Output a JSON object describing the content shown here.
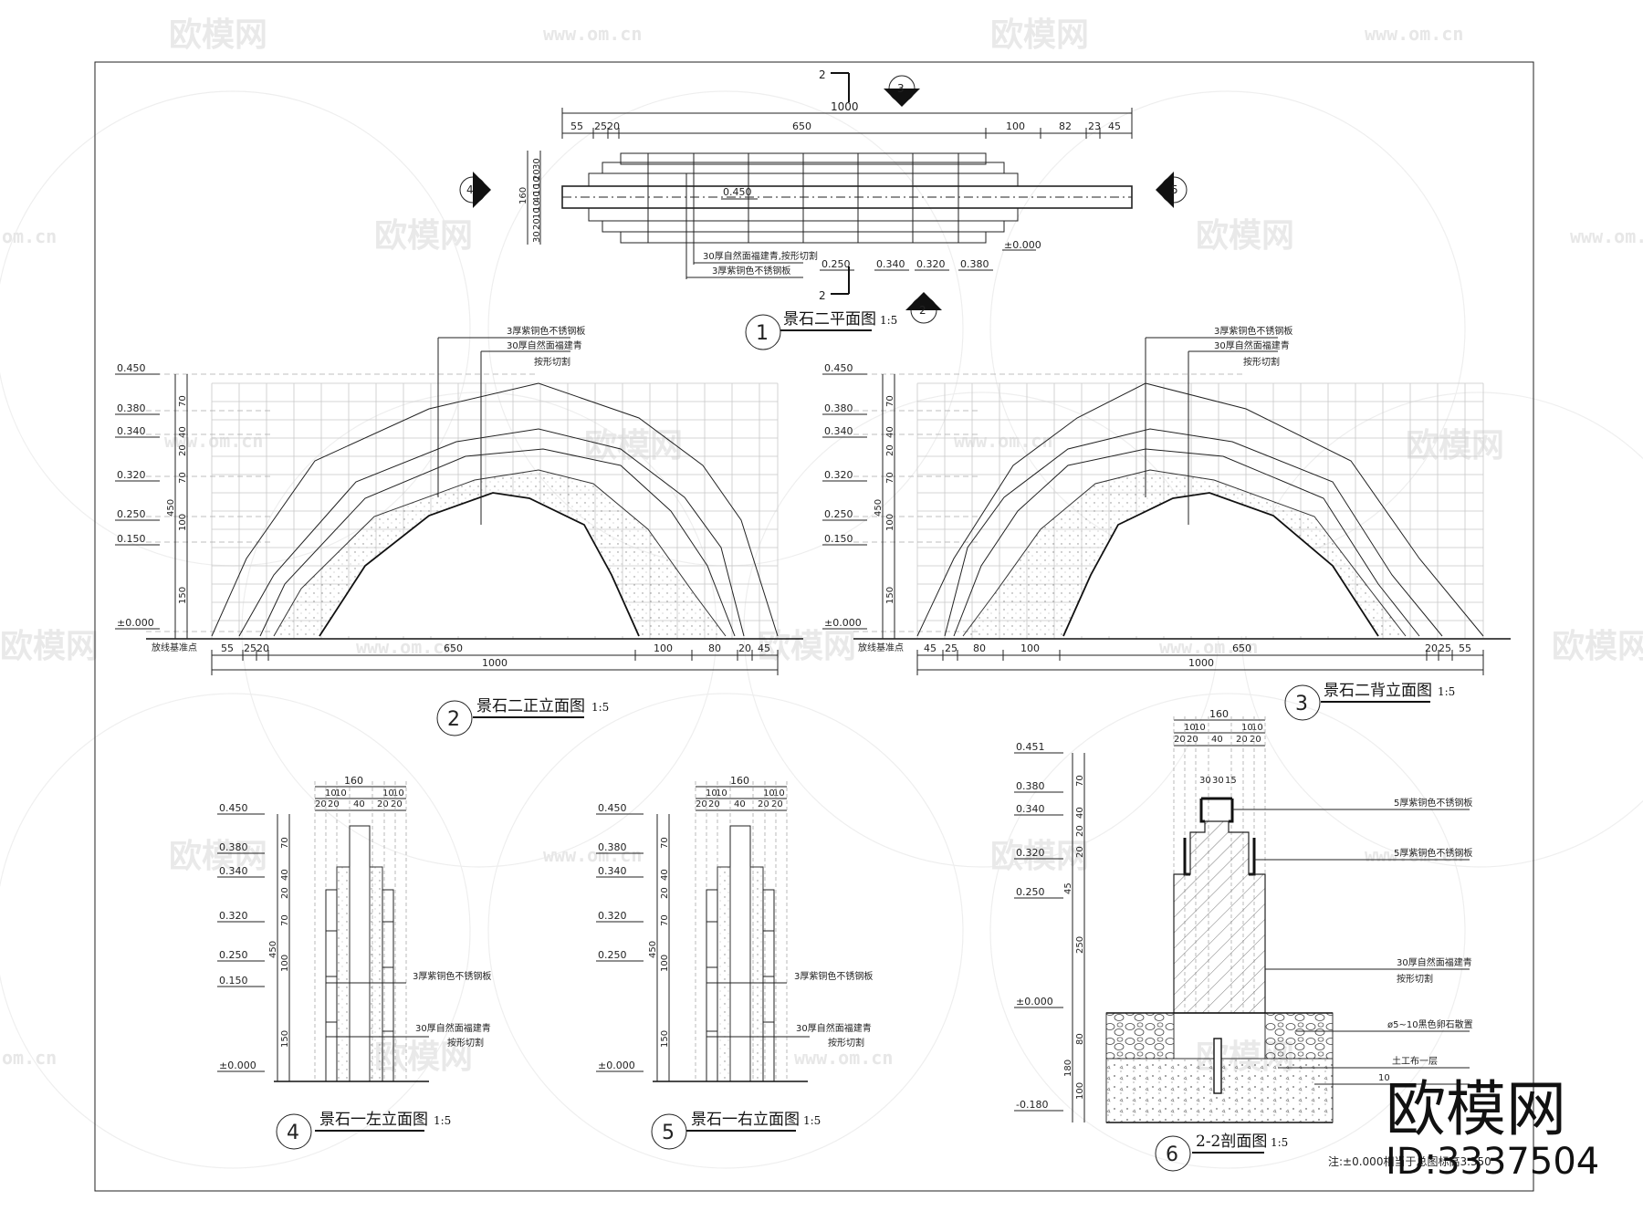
{
  "watermark": {
    "logo": "欧模网",
    "url": "www.om.cn",
    "url_short": "om.cn"
  },
  "brand": {
    "name": "欧模网",
    "id": "ID:3337504"
  },
  "note": "注:±0.000相当于总图标高3.350",
  "plan": {
    "number": "1",
    "title": "景石二平面图",
    "scale": "1:5",
    "section_mark": "2",
    "total": "1000",
    "top_dims": [
      "55",
      "25",
      "20",
      "650",
      "100",
      "82",
      "23",
      "45"
    ],
    "left_dims": [
      "30",
      "20",
      "10",
      "10",
      "40",
      "160",
      "10",
      "10",
      "20",
      "30"
    ],
    "level_mid": "0.450",
    "level_base": "±0.000",
    "levels_bottom": [
      "0.250",
      "0.340",
      "0.320",
      "0.380"
    ],
    "notes": [
      "30厚自然面福建青,按形切割",
      "3厚紫铜色不锈钢板"
    ],
    "view_marks": [
      "3",
      "4",
      "5",
      "2"
    ]
  },
  "front_elev": {
    "number": "2",
    "title": "景石二正立面图",
    "scale": "1:5",
    "levels": [
      "0.450",
      "0.380",
      "0.340",
      "0.320",
      "0.250",
      "0.150",
      "±0.000"
    ],
    "vdims": [
      "70",
      "40",
      "20",
      "70",
      "100",
      "450",
      "150"
    ],
    "hdims": [
      "55",
      "25",
      "20",
      "650",
      "100",
      "80",
      "20",
      "45"
    ],
    "total": "1000",
    "base_label": "放线基准点",
    "notes": [
      "3厚紫铜色不锈钢板",
      "30厚自然面福建青",
      "按形切割"
    ]
  },
  "back_elev": {
    "number": "3",
    "title": "景石二背立面图",
    "scale": "1:5",
    "levels": [
      "0.450",
      "0.380",
      "0.340",
      "0.320",
      "0.250",
      "0.150",
      "±0.000"
    ],
    "vdims": [
      "70",
      "40",
      "20",
      "70",
      "100",
      "450",
      "150"
    ],
    "hdims": [
      "45",
      "25",
      "80",
      "100",
      "650",
      "20",
      "25",
      "55"
    ],
    "total": "1000",
    "base_label": "放线基准点",
    "notes": [
      "3厚紫铜色不锈钢板",
      "30厚自然面福建青",
      "按形切割"
    ]
  },
  "left_elev": {
    "number": "4",
    "title": "景石一左立面图",
    "scale": "1:5",
    "levels": [
      "0.450",
      "0.380",
      "0.340",
      "0.320",
      "0.250",
      "0.150",
      "±0.000"
    ],
    "vdims": [
      "70",
      "40",
      "20",
      "70",
      "450",
      "100",
      "150"
    ],
    "top_dims": [
      "10",
      "10",
      "20",
      "20",
      "40",
      "20",
      "20",
      "10",
      "10",
      "160"
    ],
    "notes": [
      "3厚紫铜色不锈钢板",
      "30厚自然面福建青",
      "按形切割"
    ]
  },
  "right_elev": {
    "number": "5",
    "title": "景石一右立面图",
    "scale": "1:5",
    "levels": [
      "0.450",
      "0.380",
      "0.340",
      "0.320",
      "0.250",
      "±0.000"
    ],
    "vdims": [
      "70",
      "40",
      "20",
      "70",
      "450",
      "100",
      "150"
    ],
    "top_dims": [
      "10",
      "10",
      "20",
      "20",
      "40",
      "20",
      "20",
      "10",
      "10",
      "160"
    ],
    "notes": [
      "3厚紫铜色不锈钢板",
      "30厚自然面福建青",
      "按形切割"
    ]
  },
  "section": {
    "number": "6",
    "title": "2-2剖面图",
    "scale": "1:5",
    "levels": [
      "0.451",
      "0.380",
      "0.340",
      "0.320",
      "0.250",
      "±0.000",
      "-0.180"
    ],
    "vdims": [
      "70",
      "40",
      "20",
      "20",
      "45",
      "250",
      "80",
      "180",
      "100"
    ],
    "top_dims": [
      "160",
      "10",
      "10",
      "10",
      "10",
      "20",
      "20",
      "40",
      "20",
      "20"
    ],
    "mid_dims": [
      "30",
      "30",
      "15"
    ],
    "notes": [
      "5厚紫铜色不锈钢板",
      "5厚紫铜色不锈钢板",
      "30厚自然面福建青",
      "按形切割",
      "ø5~10黑色卵石散置",
      "土工布一层",
      "10"
    ]
  }
}
